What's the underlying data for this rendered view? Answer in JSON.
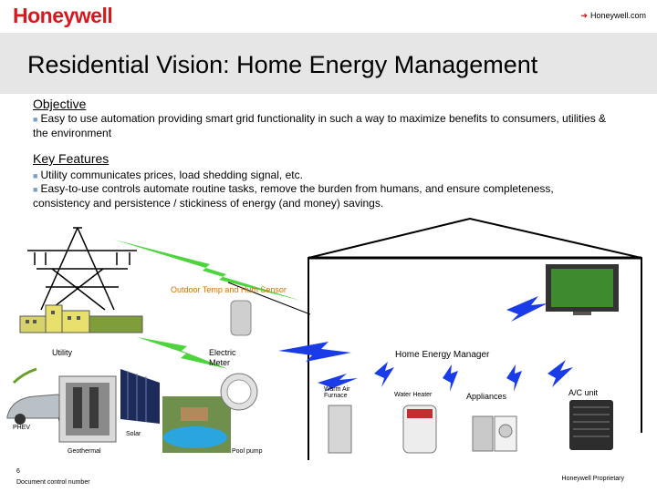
{
  "header": {
    "logo": "Honeywell",
    "top_link": "Honeywell.com",
    "title": "Residential Vision: Home Energy Management"
  },
  "objective": {
    "heading": "Objective",
    "bullets": [
      "Easy to use automation providing smart grid functionality in such a way to maximize benefits to consumers, utilities & the environment"
    ]
  },
  "key_features": {
    "heading": "Key Features",
    "bullets": [
      "Utility communicates prices, load shedding signal, etc.",
      "Easy-to-use controls automate routine tasks, remove the burden from humans, and ensure completeness, consistency and persistence / stickiness of energy (and money) savings."
    ]
  },
  "diagram": {
    "outdoor_sensor": "Outdoor Temp and Hum Sensor",
    "utility": "Utility",
    "electric_meter": "Electric Meter",
    "home_energy_manager": "Home Energy Manager",
    "warm_air_furnace": "Warm Air Furnace",
    "water_heater": "Water Heater",
    "appliances": "Appliances",
    "ac_unit": "A/C unit",
    "phev": "PHEV",
    "solar": "Solar",
    "geothermal": "Geothermal",
    "pool_pump": "Pool pump"
  },
  "footer": {
    "page_number": "6",
    "doc_control": "Document control number",
    "proprietary": "Honeywell Proprietary"
  }
}
